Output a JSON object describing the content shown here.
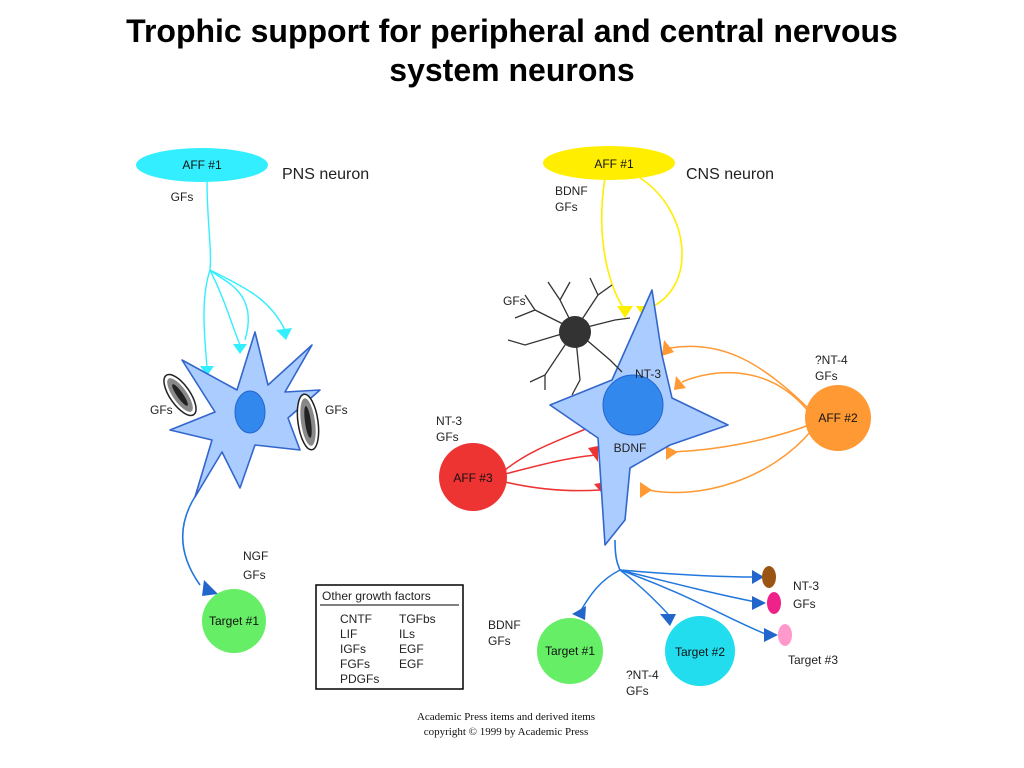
{
  "title": {
    "line1": "Trophic support for peripheral and central nervous",
    "line2": "system neurons"
  },
  "pns": {
    "heading": "PNS neuron",
    "aff1": "AFF #1",
    "aff1_gfs": "GFs",
    "left_glia_gfs": "GFs",
    "right_glia_gfs": "GFs",
    "target_factor1": "NGF",
    "target_factor2": "GFs",
    "target": "Target #1"
  },
  "cns": {
    "heading": "CNS neuron",
    "aff1": "AFF #1",
    "aff1_factor1": "BDNF",
    "aff1_factor2": "GFs",
    "astro_gfs": "GFs",
    "soma_nt3": "NT-3",
    "soma_bdnf": "BDNF",
    "aff2": "AFF #2",
    "aff2_factor1": "?NT-4",
    "aff2_factor2": "GFs",
    "aff3": "AFF #3",
    "aff3_factor1": "NT-3",
    "aff3_factor2": "GFs",
    "target1": "Target #1",
    "target1_factor1": "BDNF",
    "target1_factor2": "GFs",
    "target2": "Target #2",
    "target2_factor1": "?NT-4",
    "target2_factor2": "GFs",
    "target3": "Target #3",
    "target3_factor1": "NT-3",
    "target3_factor2": "GFs"
  },
  "other_factors": {
    "heading": "Other growth factors",
    "col1": [
      "CNTF",
      "LIF",
      "IGFs",
      "FGFs",
      "PDGFs"
    ],
    "col2": [
      "TGFbs",
      "ILs",
      "EGF",
      "EGF"
    ]
  },
  "credit": {
    "line1": "Academic Press items and derived items",
    "line2": "copyright © 1999 by Academic Press"
  },
  "colors": {
    "pns_aff": "#33eeff",
    "cns_aff1": "#ffee00",
    "aff2": "#ff9933",
    "aff3": "#ee3333",
    "soma_fill": "#aaccff",
    "soma_stroke": "#3366cc",
    "nucleus": "#3388ee",
    "target_green": "#66ee66",
    "target_cyan": "#22ddee",
    "axon_blue": "#2277dd"
  }
}
